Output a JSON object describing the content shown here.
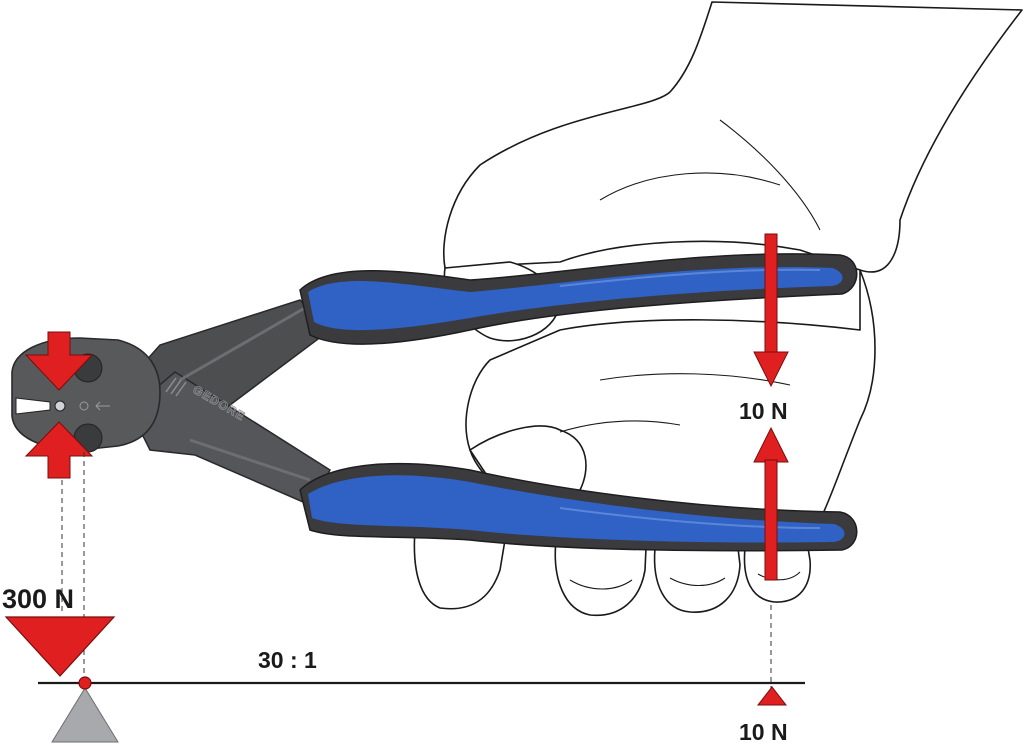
{
  "labels": {
    "jaw_force": "300 N",
    "lever_ratio": "30 : 1",
    "handle_force_top": "10 N",
    "pivot_force": "10 N"
  },
  "tool": {
    "brand": "GEDORE"
  },
  "colors": {
    "force_red": "#e02020",
    "handle_blue": "#2f62c4",
    "handle_dark": "#3b3b3d",
    "head_grey": "#58595b",
    "fulcrum_grey": "#a7a9ac"
  },
  "icons": [
    "force-arrow-icon",
    "fulcrum-triangle-icon",
    "load-triangle-icon"
  ]
}
